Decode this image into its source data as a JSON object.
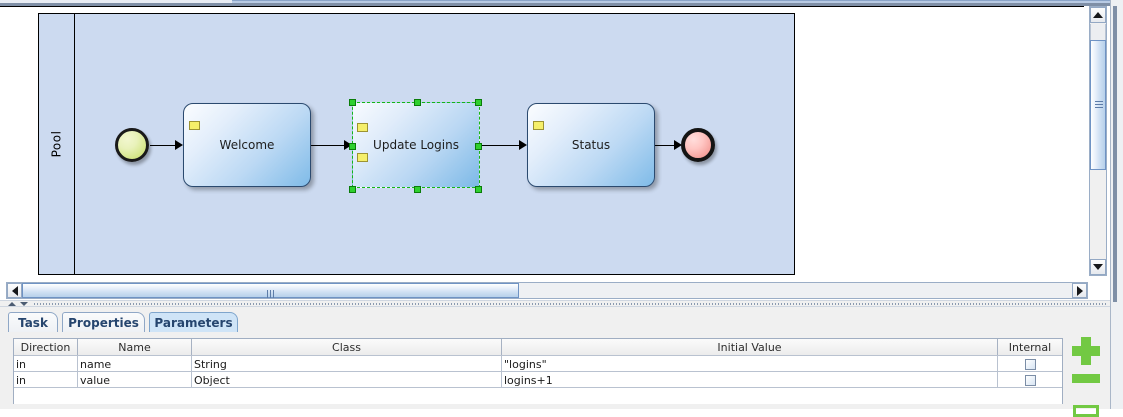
{
  "diagram": {
    "pool": {
      "label": "Pool"
    },
    "nodes": [
      {
        "id": "start",
        "type": "start-event",
        "label": ""
      },
      {
        "id": "welcome",
        "type": "task",
        "label": "Welcome"
      },
      {
        "id": "update",
        "type": "task",
        "label": "Update Logins",
        "selected": true
      },
      {
        "id": "status",
        "type": "task",
        "label": "Status"
      },
      {
        "id": "end",
        "type": "end-event",
        "label": ""
      }
    ],
    "colors": {
      "pool_fill": "#ccdaf0",
      "task_border": "#2b4a6f",
      "selection": "#16b616",
      "handle": "#2fd02f",
      "tag": "#f5ef6a",
      "start_event": "#c6dd63",
      "end_event": "#ef8983"
    }
  },
  "scrollbars": {
    "vertical": {
      "up_arrow": "scroll-up-arrow",
      "down_arrow": "scroll-down-arrow"
    },
    "horizontal": {
      "left_arrow": "scroll-left-arrow",
      "right_arrow": "scroll-right-arrow"
    }
  },
  "bottom_panel": {
    "tabs": [
      {
        "label": "Task",
        "selected": false
      },
      {
        "label": "Properties",
        "selected": false
      },
      {
        "label": "Parameters",
        "selected": true
      }
    ],
    "table": {
      "columns": [
        "Direction",
        "Name",
        "Class",
        "Initial Value",
        "Internal"
      ],
      "rows": [
        {
          "direction": "in",
          "name": "name",
          "class": "String",
          "initial_value": "\"logins\"",
          "internal": false
        },
        {
          "direction": "in",
          "name": "value",
          "class": "Object",
          "initial_value": "logins+1",
          "internal": false
        }
      ]
    },
    "actions": [
      {
        "name": "add-parameter",
        "glyph": "plus"
      },
      {
        "name": "remove-parameter",
        "glyph": "minus"
      }
    ],
    "accent_color": "#72c943"
  }
}
